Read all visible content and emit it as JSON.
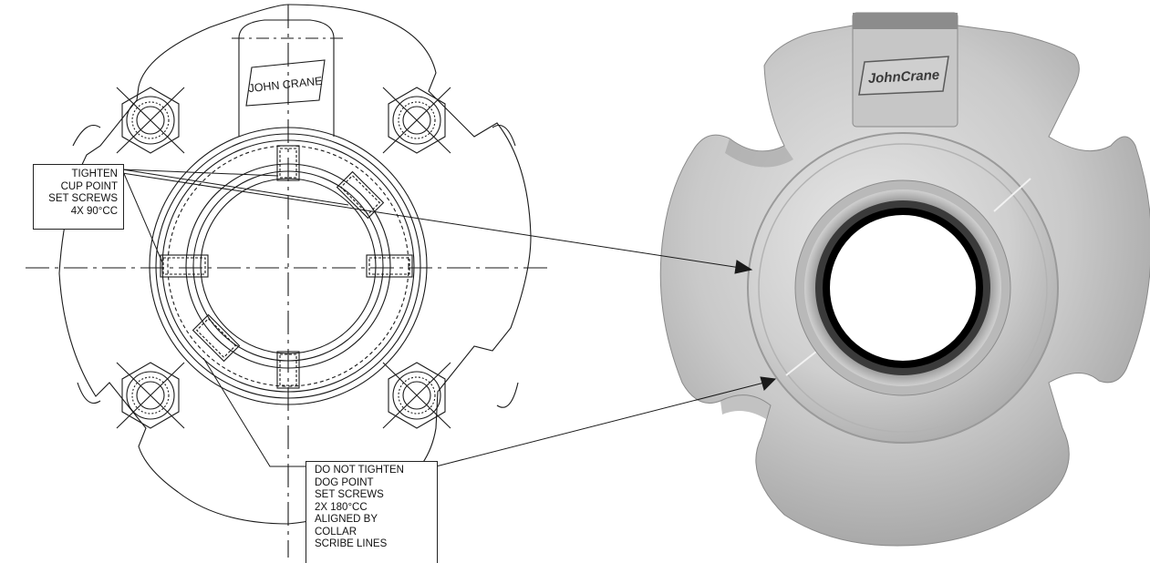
{
  "drawing": {
    "logo_text": "JOHN CRANE"
  },
  "callouts": {
    "tighten": {
      "lines": [
        "TIGHTEN",
        "CUP POINT",
        "SET SCREWS",
        "4X 90°CC"
      ]
    },
    "do_not_tighten": {
      "lines": [
        "DO NOT TIGHTEN",
        "DOG POINT",
        "SET SCREWS",
        "2X 180°CC",
        "ALIGNED BY",
        "COLLAR",
        "SCRIBE LINES"
      ]
    }
  },
  "photo": {
    "logo_text": "JohnCrane"
  },
  "colors": {
    "line": "#1a1a1a",
    "metal_light": "#d9d9d9",
    "metal_mid": "#b8b8b8",
    "metal_dark": "#7a7a7a",
    "bore": "#050505"
  }
}
